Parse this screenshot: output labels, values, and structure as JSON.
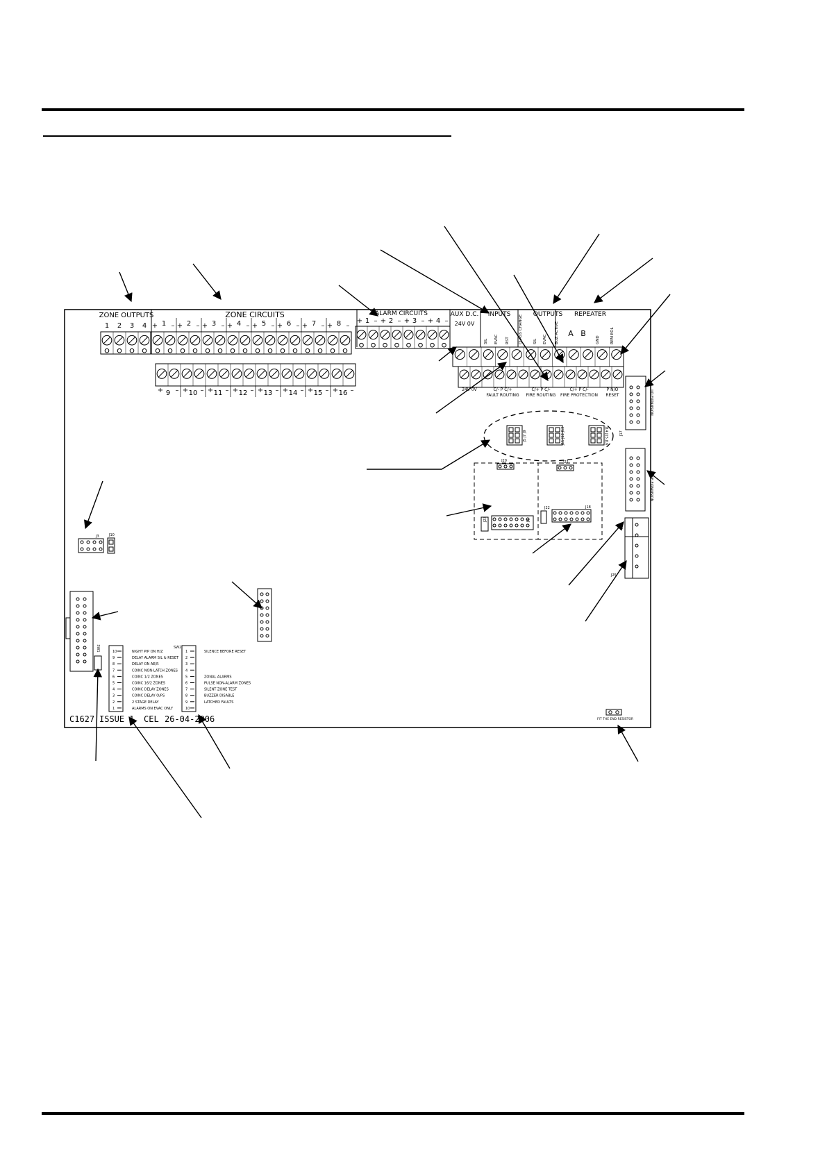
{
  "zone_outputs": {
    "title": "ZONE OUTPUTS",
    "numbers": [
      "1",
      "2",
      "3",
      "4"
    ]
  },
  "zone_circuits": {
    "title": "ZONE CIRCUITS",
    "top_numbers": [
      "1",
      "2",
      "3",
      "4",
      "5",
      "6",
      "7",
      "8"
    ],
    "bottom_numbers": [
      "9",
      "10",
      "11",
      "12",
      "13",
      "14",
      "15",
      "16"
    ]
  },
  "alarm_circuits": {
    "title": "ALARM CIRCUITS",
    "numbers": [
      "1",
      "2",
      "3",
      "4"
    ]
  },
  "aux_dc": {
    "title": "AUX D.C.",
    "subtitle": "24V 0V"
  },
  "inputs": {
    "title": "INPUTS",
    "labels": [
      "SIL",
      "EVAC",
      "RST"
    ]
  },
  "outputs": {
    "title": "OUTPUTS",
    "labels": [
      "CLASS CHANGE",
      "SIL",
      "EVAC",
      "BUZ ACTIVE"
    ]
  },
  "repeater": {
    "title": "REPEATER",
    "labels": [
      "A",
      "B",
      "GND",
      "REM EOL"
    ]
  },
  "lower_terminal_labels": {
    "aux": "24V 0V",
    "fault_routing": "FAULT ROUTING",
    "fault_routing_pins": "C/- P C/+",
    "fire_routing": "FIRE ROUTING",
    "fire_routing_pins": "C/+ P C/-",
    "fire_protection": "FIRE PROTECTION",
    "fire_protection_pins": "C/+ P C/-",
    "reset": "RESET",
    "reset_pins": "P N/O"
  },
  "connector_labels": {
    "io_expansion": "I/O EXPANSION",
    "zone_expansion": "ZONE EXPANSION",
    "jumper_bank_1": "J5 J7 J9",
    "jumper_bank_2": "J11 J12 J13",
    "jumper_bank_3": "J14 J15 J16",
    "j4": "J4",
    "j17": "J17",
    "j18": "J18",
    "j20": "J20",
    "j21": "J21",
    "j22": "J22",
    "j23": "J23",
    "j24": "J24",
    "j25": "J25",
    "j3": "J3",
    "j10": "J10",
    "sw1": "SW1",
    "sw2": "SW2",
    "end_fit": "FIT THE END RESISTOR"
  },
  "switch_left": {
    "numbers": [
      "10",
      "9",
      "8",
      "7",
      "6",
      "5",
      "4",
      "3",
      "2",
      "1"
    ],
    "labels": [
      "NIGHT PIP ON H/Z",
      "DELAY ALARM SIL & RESET",
      "DELAY ON AE/R",
      "COINC NON-LATCH ZONES",
      "COINC 1/2 ZONES",
      "COINC 16/2 ZONES",
      "COINC DELAY ZONES",
      "COINC DELAY O/PS",
      "2 STAGE DELAY",
      "ALARMS ON EVAC ONLY"
    ]
  },
  "switch_right": {
    "numbers": [
      "1",
      "2",
      "3",
      "4",
      "5",
      "6",
      "7",
      "8",
      "9",
      "10"
    ],
    "labels": [
      "SILENCE BEFORE RESET",
      "",
      "",
      "",
      "ZONAL ALARMS",
      "PULSE NON-ALARM ZONES",
      "SILENT ZONE TEST",
      "BUZZER DISABLE",
      "LATCHED FAULTS",
      ""
    ]
  },
  "board_id": {
    "part": "C1627",
    "issue": "ISSUE",
    "issue_no": "1",
    "maker": "CEL",
    "date": "26-04-2006"
  }
}
